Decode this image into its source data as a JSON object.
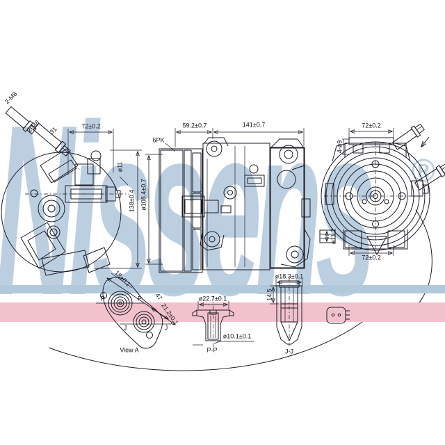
{
  "watermark": {
    "text": "Nissens",
    "registered": "®"
  },
  "views": {
    "left": {
      "stud_top_label": "2-M8",
      "stud_side_label": "2-M8",
      "stud_length": "31",
      "width": "72±0.2",
      "shaft_dia": "ø11",
      "height": "138±0.4",
      "pulley_dia": "ø108.4±0.7"
    },
    "front": {
      "belt": "6PK",
      "pulley_offset": "59.2±0.7",
      "length": "141±0.7"
    },
    "right": {
      "width_top": "72±0.2",
      "mount_holes": "4-ø9",
      "boss_dia": "ø11.2",
      "width_bottom": "72±0.2"
    },
    "view_a": {
      "caption": "View A",
      "dim_18": "18±0.1",
      "dim_47": "47",
      "dim_21": "21.2±0.1",
      "section_p": "P",
      "section_j": "J"
    },
    "section_pp": {
      "caption": "P-P",
      "dia_top": "ø22.7±0.1",
      "dia_bore": "ø10.1±0.1"
    },
    "section_jj": {
      "caption": "J-J",
      "dia": "ø18.3±0.1",
      "depth": "14.5"
    }
  },
  "colors": {
    "line": "#1a1a24",
    "watermark": "#bccfe1",
    "band_blue": "#b2c9db",
    "band_pink": "#f2c2cc"
  }
}
